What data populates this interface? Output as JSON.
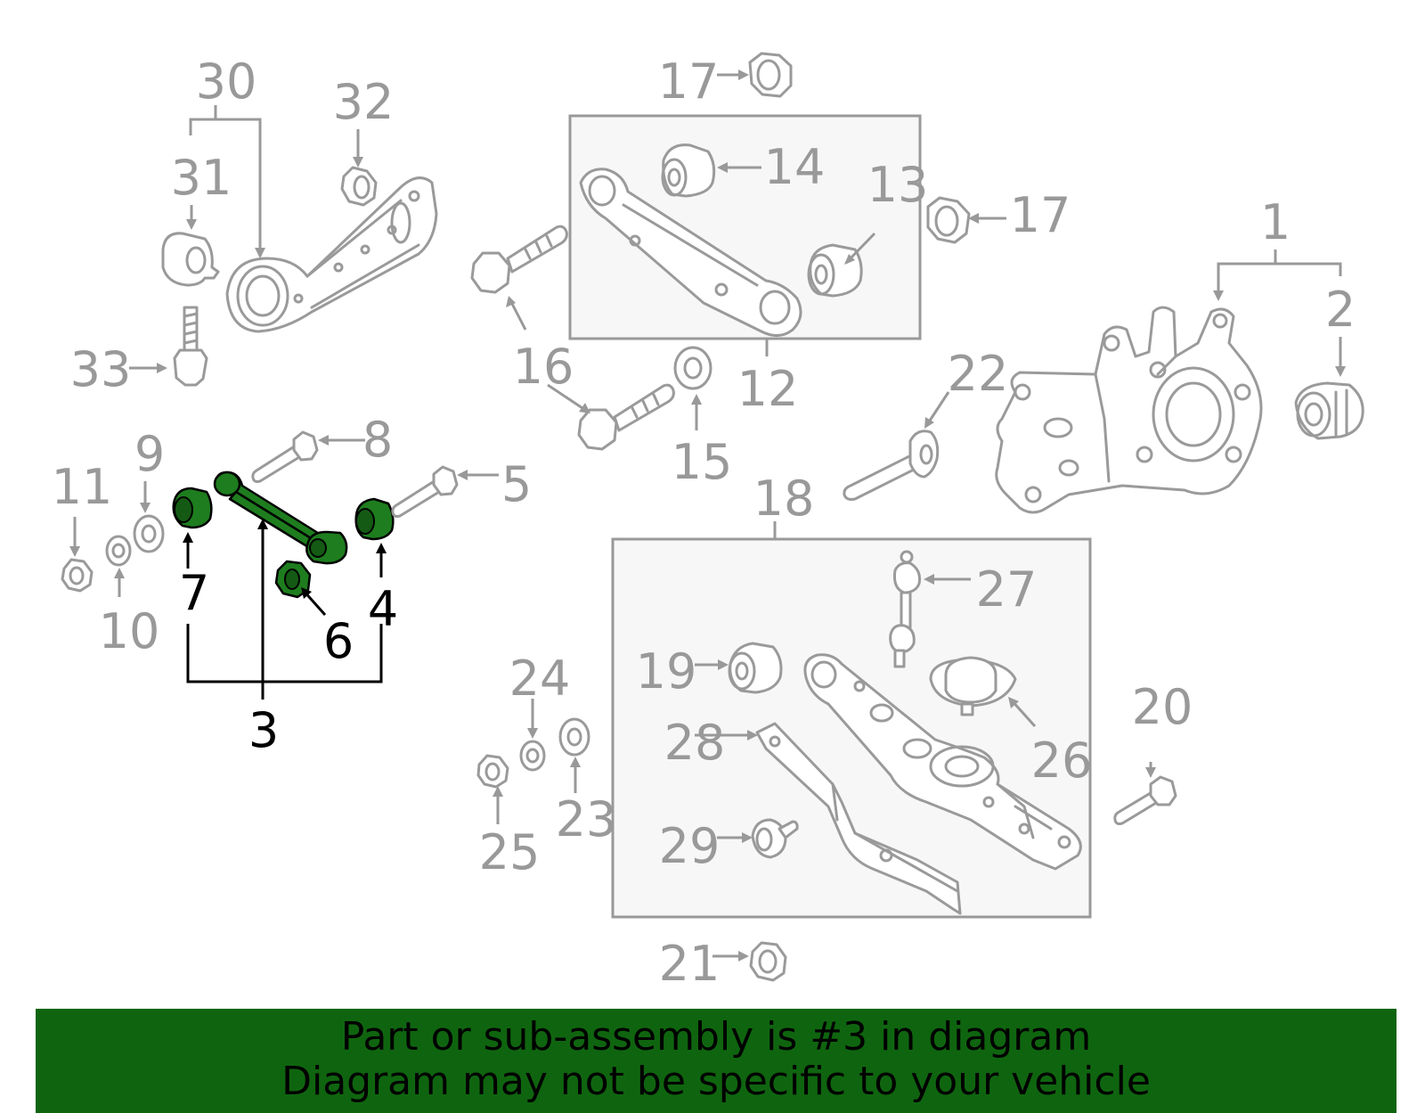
{
  "labels": {
    "c1": "1",
    "c2": "2",
    "c3": "3",
    "c4": "4",
    "c5": "5",
    "c6": "6",
    "c7": "7",
    "c8": "8",
    "c9": "9",
    "c10": "10",
    "c11": "11",
    "c12": "12",
    "c13": "13",
    "c14": "14",
    "c15": "15",
    "c16": "16",
    "c17a": "17",
    "c17b": "17",
    "c18": "18",
    "c19": "19",
    "c20": "20",
    "c21": "21",
    "c22": "22",
    "c23": "23",
    "c24": "24",
    "c25": "25",
    "c26": "26",
    "c27": "27",
    "c28": "28",
    "c29": "29",
    "c30": "30",
    "c31": "31",
    "c32": "32",
    "c33": "33"
  },
  "highlight": {
    "callout": "3",
    "color": "#1e7d1e"
  },
  "banner": {
    "line1": "Part or sub-assembly is #3 in diagram",
    "line2": "Diagram may not be specific to your vehicle",
    "background": "#0f650f"
  }
}
